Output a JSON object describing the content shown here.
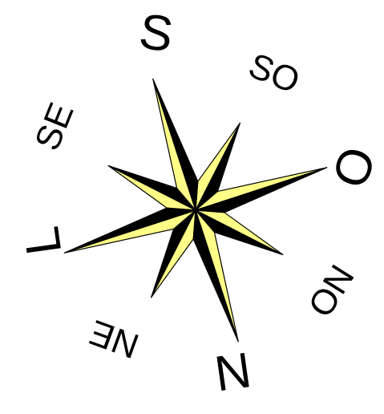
{
  "compass": {
    "labels": {
      "north": "N",
      "south": "S",
      "east": "L",
      "west": "O",
      "northeast": "NE",
      "northwest": "NO",
      "southeast": "SE",
      "southwest": "SO"
    },
    "colors": {
      "light": "#ffff88",
      "dark": "#000000",
      "outline": "#000000",
      "background": "#ffffff"
    }
  }
}
